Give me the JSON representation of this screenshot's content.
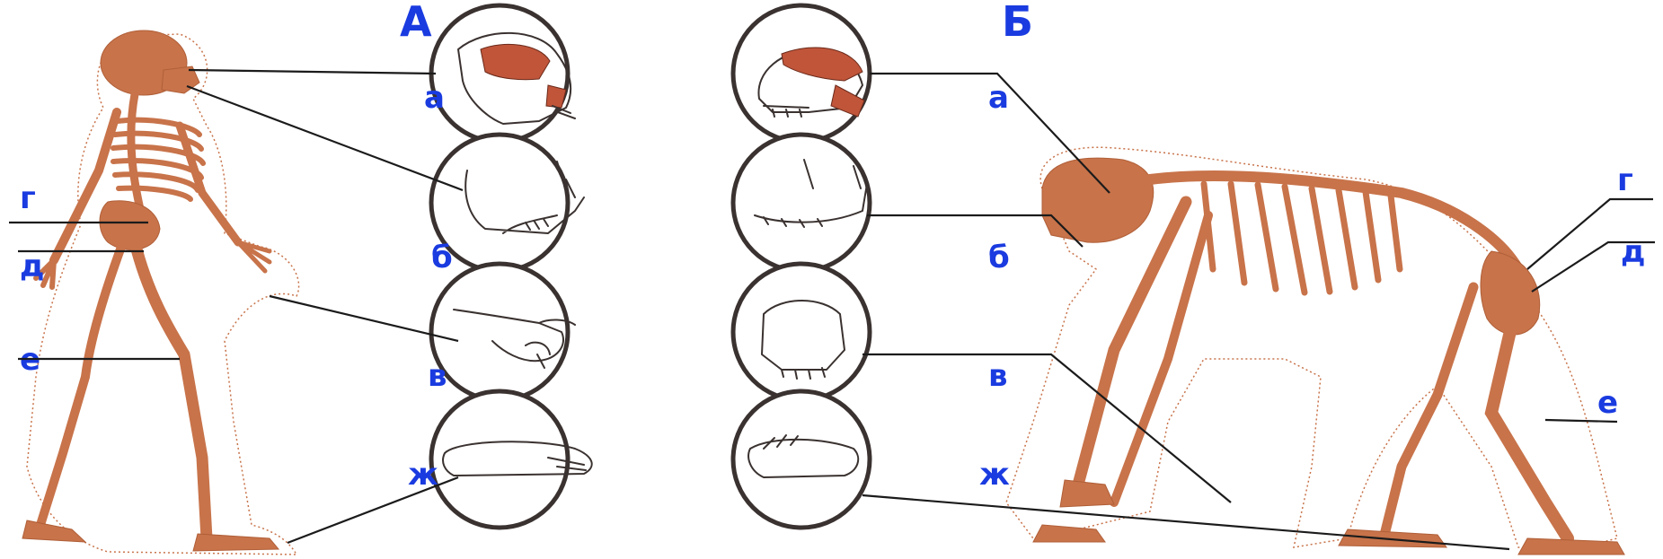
{
  "panels": {
    "left": {
      "title": "А"
    },
    "right": {
      "title": "Б"
    }
  },
  "inset_labels": {
    "left": {
      "a": "а",
      "b": "б",
      "v": "в",
      "zh": "ж"
    },
    "right": {
      "a": "а",
      "b": "б",
      "v": "в",
      "zh": "ж"
    }
  },
  "body_labels": {
    "left": {
      "g": "г",
      "d": "д",
      "e": "е"
    },
    "right": {
      "g": "г",
      "d": "д",
      "e": "е"
    }
  },
  "colors": {
    "bone": "#c8734a",
    "label": "#1a3be0",
    "circle_border": "#3a3230",
    "muscle": "#c0553a"
  }
}
